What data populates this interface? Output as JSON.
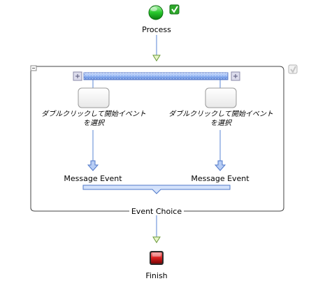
{
  "process": {
    "label": "Process"
  },
  "group": {
    "label": "Event Choice"
  },
  "branches": [
    {
      "hint": "ダブルクリックして開始イベントを選択",
      "event_label": "Message Event"
    },
    {
      "hint": "ダブルクリックして開始イベントを選択",
      "event_label": "Message Event"
    }
  ],
  "finish": {
    "label": "Finish"
  },
  "colors": {
    "start": "#27c72b",
    "end": "#d81e1e",
    "bar": "#8fb2f2",
    "connector": "#5a86d6",
    "frame": "#444444"
  },
  "icons": {
    "check": "check-icon",
    "collapse": "collapse-icon",
    "expand": "expand-icon",
    "start": "start-event-icon",
    "end": "end-event-icon"
  }
}
